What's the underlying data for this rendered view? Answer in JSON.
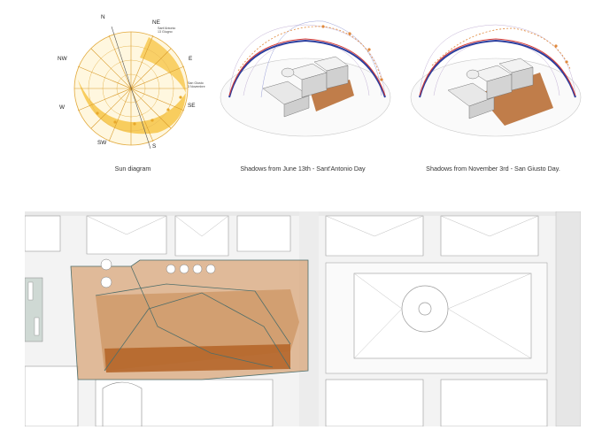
{
  "captions": {
    "sun": "Sun diagram",
    "june": "Shadows from June 13th - Sant'Antonio Day",
    "november": "Shadows from November 3rd - San Giusto Day."
  },
  "compass": {
    "n": "N",
    "ne": "NE",
    "e": "E",
    "se": "SE",
    "s": "S",
    "sw": "SW",
    "w": "W",
    "nw": "NW"
  },
  "sun_notes": {
    "upper": "Sant'Antonio\n13 Giugno",
    "lower": "San Giusto\n3 Novembre"
  },
  "colors": {
    "sun_fill": "#f7c648",
    "sun_light": "#fde9b4",
    "shadow": "#b5662a",
    "shadow_light": "#d9a77b",
    "arc_red": "#d63b36",
    "arc_blue": "#2c3e9e"
  }
}
